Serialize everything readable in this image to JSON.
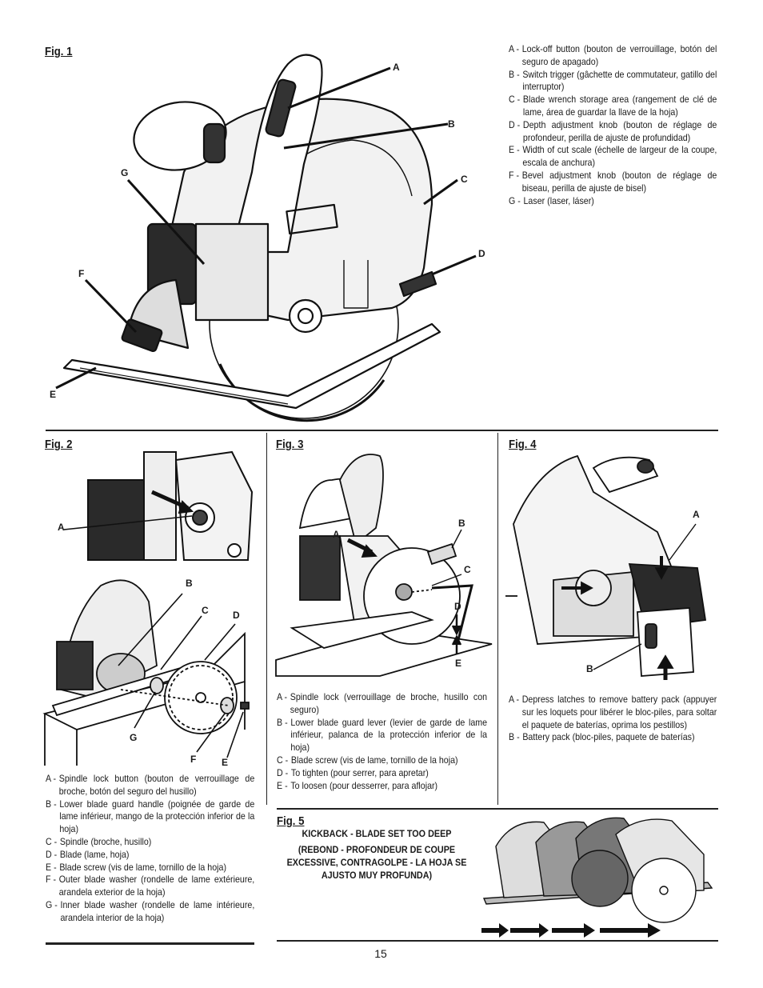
{
  "fig1": {
    "title": "Fig. 1",
    "callouts": [
      "A",
      "B",
      "C",
      "D",
      "E",
      "F",
      "G"
    ],
    "legend": [
      {
        "key": "A -",
        "text": "Lock-off button (bouton de verrouillage, botón del seguro de apagado)"
      },
      {
        "key": "B -",
        "text": "Switch trigger (gâchette de commutateur, gatillo del interruptor)"
      },
      {
        "key": "C -",
        "text": "Blade wrench storage area (rangement de clé de lame, área de guardar la llave de la hoja)"
      },
      {
        "key": "D -",
        "text": "Depth adjustment knob (bouton de réglage de profondeur, perilla de ajuste de profundidad)"
      },
      {
        "key": "E -",
        "text": "Width of cut scale (échelle de largeur de la coupe, escala de anchura)"
      },
      {
        "key": "F -",
        "text": "Bevel adjustment knob (bouton de réglage de biseau, perilla de ajuste de bisel)"
      },
      {
        "key": "G -",
        "text": "Laser (laser, láser)"
      }
    ]
  },
  "fig2": {
    "title": "Fig. 2",
    "callouts": [
      "A",
      "B",
      "C",
      "D",
      "G",
      "F",
      "E"
    ],
    "legend": [
      {
        "key": "A -",
        "text": "Spindle lock button (bouton de verrouillage de broche, botón del seguro del husillo)"
      },
      {
        "key": "B -",
        "text": "Lower blade guard handle (poignée de garde de lame inférieur, mango de la protección inferior de la hoja)"
      },
      {
        "key": "C -",
        "text": "Spindle (broche, husillo)"
      },
      {
        "key": "D -",
        "text": "Blade (lame, hoja)"
      },
      {
        "key": "E -",
        "text": "Blade screw (vis de lame, tornillo de la hoja)"
      },
      {
        "key": "F -",
        "text": "Outer blade washer (rondelle de lame extérieure, arandela exterior de la hoja)"
      },
      {
        "key": "G -",
        "text": "Inner blade washer (rondelle de lame intérieure, arandela interior de la hoja)"
      }
    ]
  },
  "fig3": {
    "title": "Fig. 3",
    "callouts": [
      "A",
      "B",
      "C",
      "D",
      "E"
    ],
    "legend": [
      {
        "key": "A -",
        "text": "Spindle lock (verrouillage de broche, husillo con seguro)"
      },
      {
        "key": "B -",
        "text": "Lower blade guard lever (levier de garde de lame inférieur, palanca de la protección inferior de la hoja)"
      },
      {
        "key": "C -",
        "text": "Blade screw (vis de lame, tornillo de la hoja)"
      },
      {
        "key": "D -",
        "text": "To tighten (pour serrer, para apretar)"
      },
      {
        "key": "E -",
        "text": "To loosen (pour desserrer, para aflojar)"
      }
    ]
  },
  "fig4": {
    "title": "Fig. 4",
    "callouts": [
      "A",
      "B"
    ],
    "legend": [
      {
        "key": "A -",
        "text": "Depress latches to remove battery pack (appuyer sur les loquets pour libérer le bloc-piles, para soltar el paquete de baterías, oprima los pestillos)"
      },
      {
        "key": "B -",
        "text": "Battery pack (bloc-piles, paquete de baterías)"
      }
    ]
  },
  "fig5": {
    "title": "Fig. 5",
    "kick_line1": "KICKBACK - BLADE SET TOO DEEP",
    "kick_line2": "(REBOND - PROFONDEUR DE COUPE EXCESSIVE, CONTRAGOLPE - LA HOJA SE AJUSTO MUY PROFUNDA)"
  },
  "page_number": "15"
}
